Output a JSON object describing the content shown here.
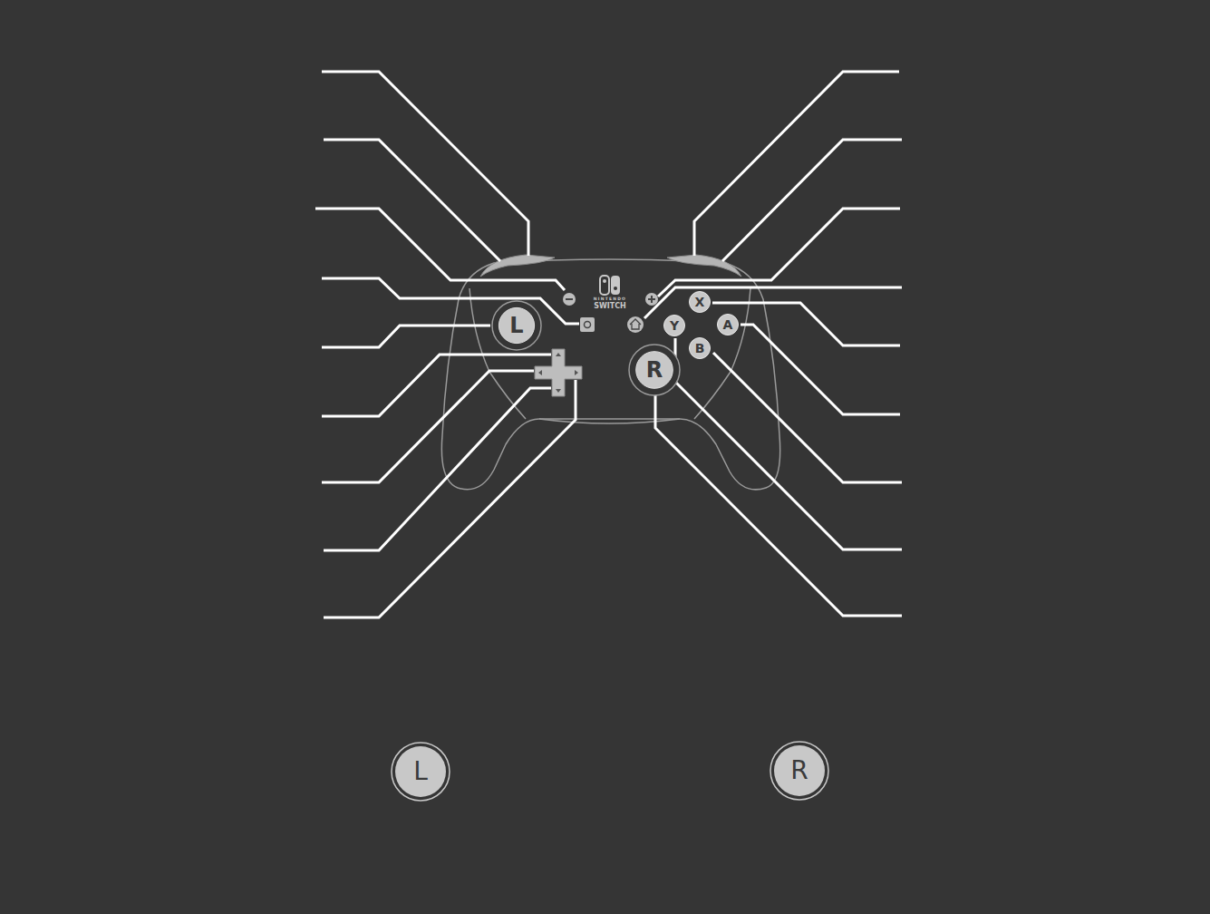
{
  "diagram": {
    "nodes": [
      {
        "text": [
          "L"
        ]
      },
      {
        "text": [
          "X"
        ]
      },
      {
        "text": [
          "Y"
        ]
      },
      {
        "text": [
          "A"
        ]
      },
      {
        "text": [
          "B"
        ]
      },
      {
        "text": [
          "R"
        ]
      },
      {
        "text": [
          "L"
        ]
      },
      {
        "text": [
          "R"
        ]
      }
    ],
    "labels": [
      "NINTENDO",
      "SWITCH"
    ]
  }
}
